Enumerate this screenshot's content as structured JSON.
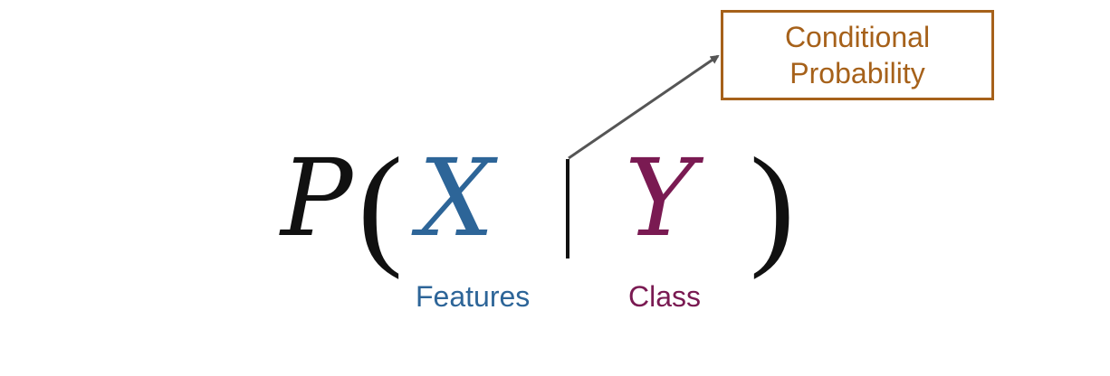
{
  "formula": {
    "function_symbol": "P",
    "open_paren": "(",
    "features_symbol": "X",
    "class_symbol": "Y",
    "close_paren": ")"
  },
  "labels": {
    "features": "Features",
    "class": "Class"
  },
  "callout": {
    "line1": "Conditional",
    "line2": "Probability"
  },
  "colors": {
    "features": "#2d6598",
    "class": "#7a1a52",
    "callout": "#a6611a",
    "arrow": "#555555",
    "formula": "#111111"
  }
}
